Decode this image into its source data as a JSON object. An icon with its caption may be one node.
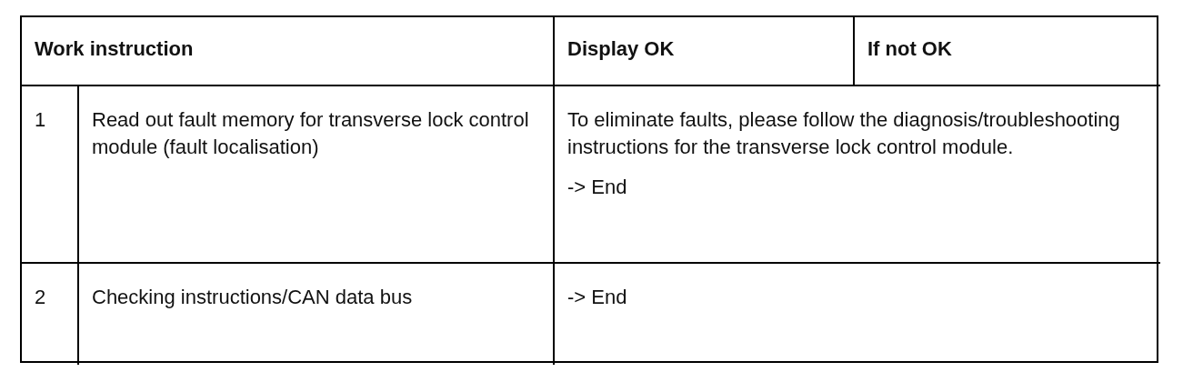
{
  "diagram": {
    "labels": [
      "Work instruction",
      "Display OK",
      "If not OK",
      "1",
      "Read out fault memory for transverse lock control module (fault localisation)",
      "To eliminate faults, please follow the diagnosis/troubleshooting instructions for the transverse lock control module.",
      "-> End",
      "2",
      "Checking instructions/CAN data bus",
      "-> End"
    ]
  }
}
